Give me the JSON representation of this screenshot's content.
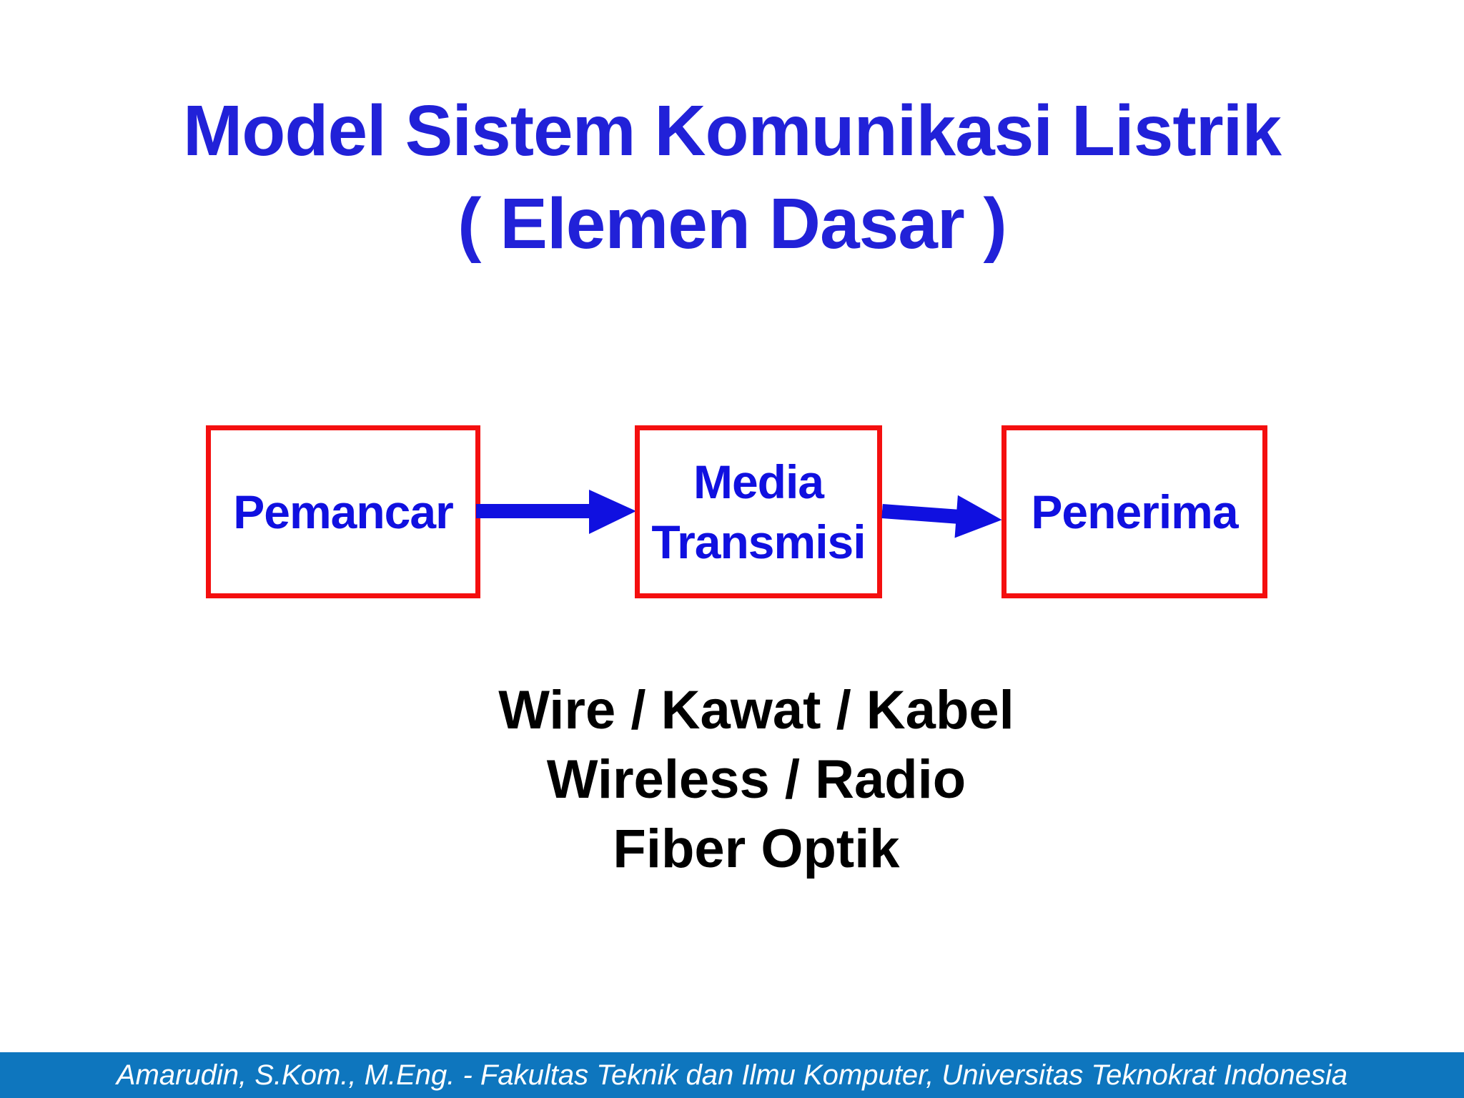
{
  "colors": {
    "title-blue": "#2121d8",
    "diagram-blue": "#1010e0",
    "box-red": "#f40f0f",
    "body-text": "#000000",
    "footer-bg": "#0e76be",
    "footer-text": "#ffffff",
    "background": "#ffffff"
  },
  "title": {
    "line1": "Model Sistem Komunikasi Listrik",
    "line2": "( Elemen Dasar )"
  },
  "diagram": {
    "boxes": [
      {
        "id": "pemancar",
        "label": "Pemancar"
      },
      {
        "id": "media-transmisi",
        "label": "Media Transmisi"
      },
      {
        "id": "penerima",
        "label": "Penerima"
      }
    ],
    "arrows": [
      {
        "from": "Pemancar",
        "to": "Media Transmisi",
        "direction": "right"
      },
      {
        "from": "Media Transmisi",
        "to": "Penerima",
        "direction": "right-down"
      }
    ]
  },
  "media_list": {
    "line1": "Wire / Kawat / Kabel",
    "line2": "Wireless / Radio",
    "line3": "Fiber Optik"
  },
  "footer": {
    "text": "Amarudin, S.Kom., M.Eng. - Fakultas Teknik dan Ilmu Komputer, Universitas Teknokrat Indonesia"
  }
}
